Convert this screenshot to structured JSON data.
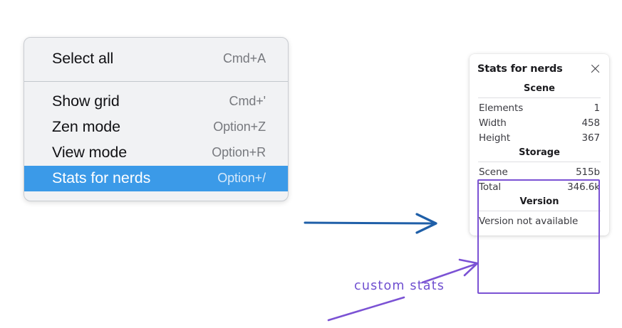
{
  "context_menu": {
    "name": "context-menu",
    "sections": [
      {
        "items": [
          {
            "label": "Select all",
            "shortcut": "Cmd+A",
            "highlighted": false
          }
        ]
      },
      {
        "items": [
          {
            "label": "Show grid",
            "shortcut": "Cmd+'",
            "highlighted": false
          },
          {
            "label": "Zen mode",
            "shortcut": "Option+Z",
            "highlighted": false
          },
          {
            "label": "View mode",
            "shortcut": "Option+R",
            "highlighted": false
          },
          {
            "label": "Stats for nerds",
            "shortcut": "Option+/",
            "highlighted": true
          }
        ]
      }
    ]
  },
  "stats_panel": {
    "title": "Stats for nerds",
    "close_icon": "close-icon",
    "sections": [
      {
        "heading": "Scene",
        "rows": [
          {
            "key": "Elements",
            "value": "1"
          },
          {
            "key": "Width",
            "value": "458"
          },
          {
            "key": "Height",
            "value": "367"
          }
        ]
      },
      {
        "heading": "Storage",
        "rows": [
          {
            "key": "Scene",
            "value": "515b"
          },
          {
            "key": "Total",
            "value": "346.6k"
          }
        ]
      },
      {
        "heading": "Version",
        "note": "Version not available"
      }
    ]
  },
  "annotations": {
    "custom_stats_label": "custom stats",
    "blue_arrow_name": "blue-arrow",
    "purple_arrow_name": "purple-arrow"
  },
  "colors": {
    "menu_highlight": "#3b9ae8",
    "menu_background": "#f1f2f4",
    "annotation_purple": "#7b52d4",
    "annotation_blue": "#1f5fa8"
  }
}
